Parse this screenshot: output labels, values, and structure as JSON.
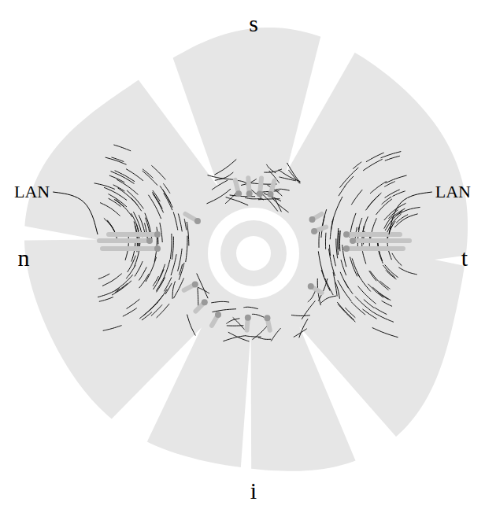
{
  "diagram": {
    "labels": [
      "s",
      "LAN",
      "LAN",
      "n",
      "t",
      "i"
    ]
  }
}
